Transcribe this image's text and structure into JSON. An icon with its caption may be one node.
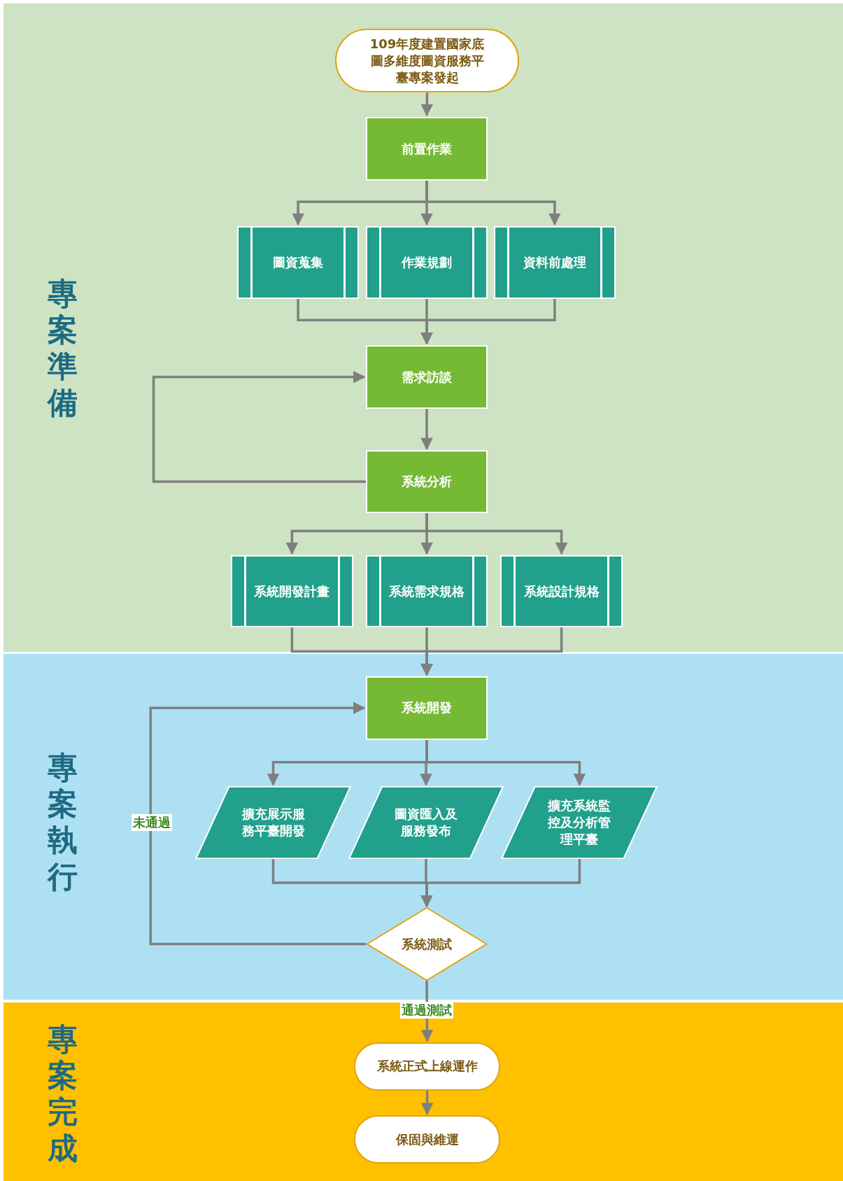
{
  "diagram": {
    "nodes": [
      {
        "text": [
          "專案準備"
        ]
      },
      {
        "text": [
          "專案執行"
        ]
      },
      {
        "text": [
          "專案完成"
        ]
      },
      {
        "text": [
          "109年度建置國家底圖多維度圖資服務平臺專案發起"
        ],
        "in": 0
      },
      {
        "text": [
          "前置作業"
        ],
        "in": 0
      },
      {
        "text": [
          "圖資蒐集"
        ],
        "in": 0
      },
      {
        "text": [
          "作業規劃"
        ],
        "in": 0
      },
      {
        "text": [
          "資料前處理"
        ],
        "in": 0
      },
      {
        "text": [
          "需求訪談"
        ],
        "in": 0
      },
      {
        "text": [
          "系統分析"
        ],
        "in": 0
      },
      {
        "text": [
          "系統開發計畫"
        ],
        "in": 0
      },
      {
        "text": [
          "系統需求規格"
        ],
        "in": 0
      },
      {
        "text": [
          "系統設計規格"
        ],
        "in": 0
      },
      {
        "text": [
          "系統開發"
        ],
        "in": 1
      },
      {
        "text": [
          "擴充展示服務平臺開發"
        ],
        "in": 1
      },
      {
        "text": [
          "圖資匯入及服務發布"
        ],
        "in": 1
      },
      {
        "text": [
          "擴充系統監控及分析管理平臺"
        ],
        "in": 1
      },
      {
        "text": [
          "系統測試"
        ],
        "in": 1
      },
      {
        "text": [
          "系統正式上線運作"
        ],
        "in": 2
      },
      {
        "text": [
          "保固與維運"
        ],
        "in": 2
      }
    ],
    "edges": [
      {
        "from": 3,
        "to": 4,
        "arrow": "to"
      },
      {
        "from": 4,
        "to": 5,
        "arrow": "to"
      },
      {
        "from": 4,
        "to": 6,
        "arrow": "to"
      },
      {
        "from": 4,
        "to": 7,
        "arrow": "to"
      },
      {
        "from": 5,
        "to": 8,
        "arrow": "to"
      },
      {
        "from": 6,
        "to": 8,
        "arrow": "to"
      },
      {
        "from": 7,
        "to": 8,
        "arrow": "to"
      },
      {
        "from": 8,
        "to": 9,
        "arrow": "to"
      },
      {
        "from": 9,
        "to": 8,
        "arrow": "to"
      },
      {
        "from": 9,
        "to": 10,
        "arrow": "to"
      },
      {
        "from": 9,
        "to": 11,
        "arrow": "to"
      },
      {
        "from": 9,
        "to": 12,
        "arrow": "to"
      },
      {
        "from": 10,
        "to": 13,
        "arrow": "to"
      },
      {
        "from": 11,
        "to": 13,
        "arrow": "to"
      },
      {
        "from": 12,
        "to": 13,
        "arrow": "to"
      },
      {
        "from": 13,
        "to": 14,
        "arrow": "to"
      },
      {
        "from": 13,
        "to": 15,
        "arrow": "to"
      },
      {
        "from": 13,
        "to": 16,
        "arrow": "to"
      },
      {
        "from": 14,
        "to": 17,
        "arrow": "to"
      },
      {
        "from": 15,
        "to": 17,
        "arrow": "to"
      },
      {
        "from": 16,
        "to": 17,
        "arrow": "to"
      },
      {
        "from": 17,
        "to": 13,
        "arrow": "to",
        "label": "未通過"
      },
      {
        "from": 17,
        "to": 18,
        "arrow": "to",
        "label": "通過測試"
      },
      {
        "from": 18,
        "to": 19,
        "arrow": "to"
      }
    ]
  }
}
